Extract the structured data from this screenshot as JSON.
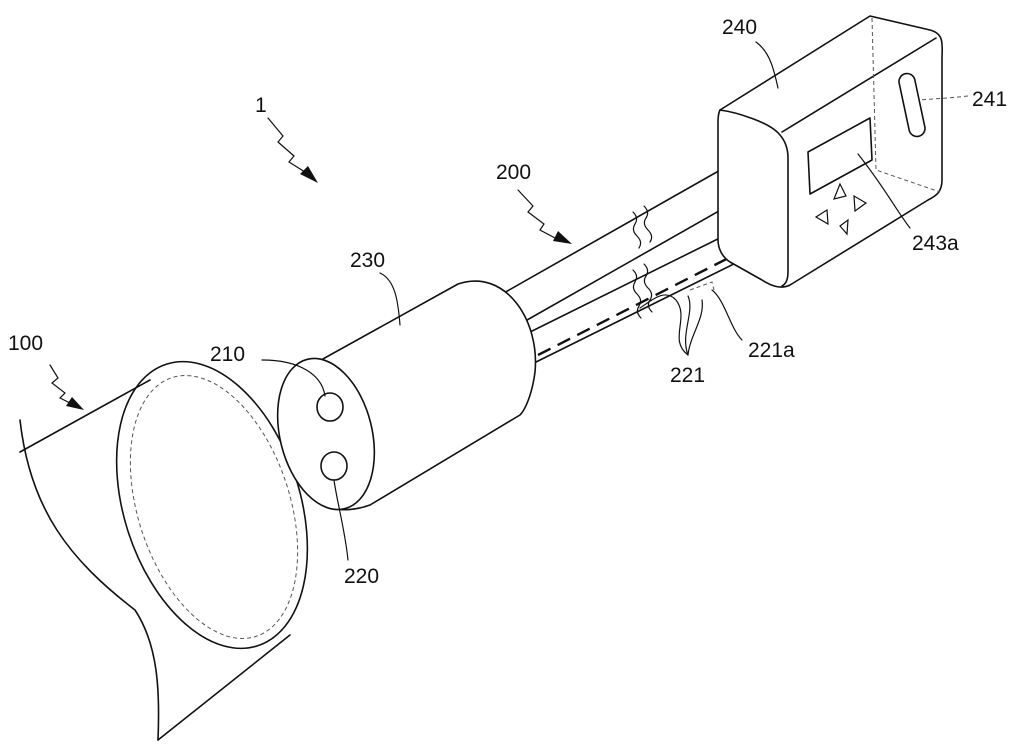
{
  "labels": {
    "system": "1",
    "pipe": "100",
    "device": "200",
    "first_hole": "210",
    "second_hole": "220",
    "head": "230",
    "controller": "240",
    "slot": "241",
    "display": "243a",
    "tubes": "221",
    "marking": "221a"
  },
  "colors": {
    "line": "#111111",
    "background": "#ffffff"
  }
}
